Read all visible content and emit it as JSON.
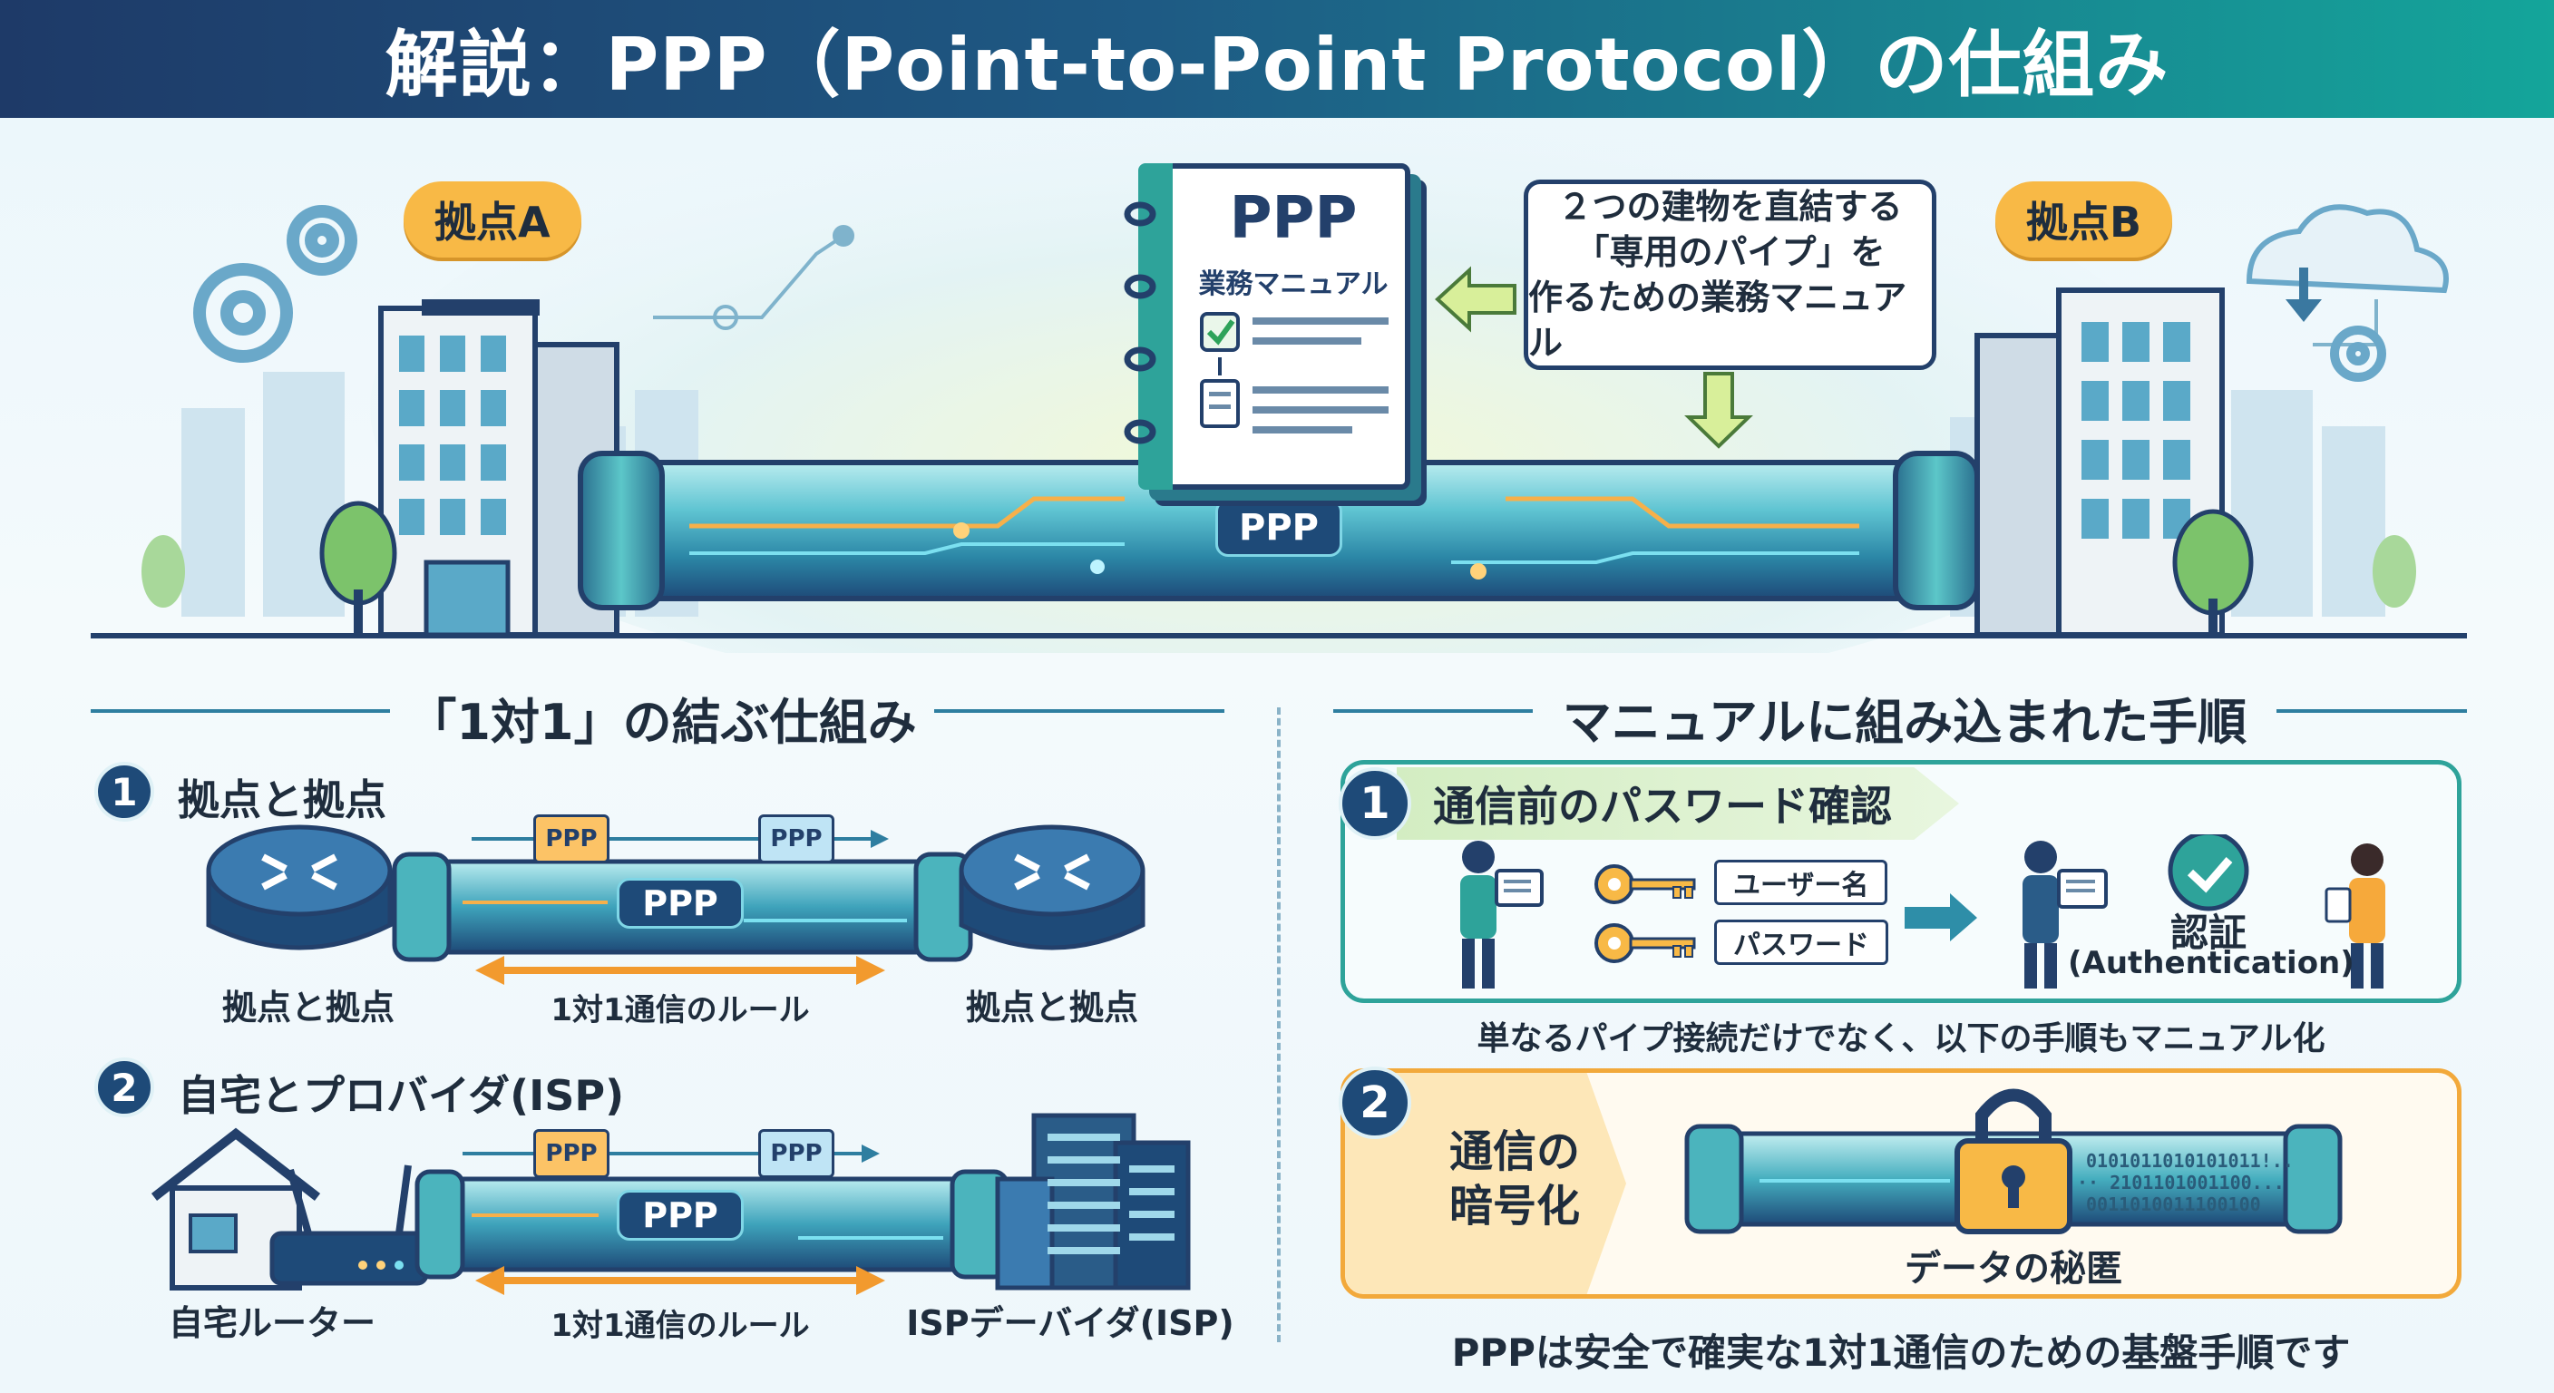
{
  "header": {
    "title": "解説：PPP（Point-to-Point Protocol）の仕組み"
  },
  "hero": {
    "site_a": "拠点A",
    "site_b": "拠点B",
    "manual_title": "PPP",
    "manual_subtitle": "業務マニュアル",
    "callout_lines": [
      "２つの建物を直結する",
      "「専用のパイプ」を",
      "作るための業務マニュアル"
    ],
    "pipe_label": "PPP"
  },
  "left": {
    "section_title": "「1対1」の結ぶ仕組み",
    "item1": {
      "number": "1",
      "title": "拠点と拠点",
      "file_label_1": "PPP",
      "file_label_2": "PPP",
      "pipe_label": "PPP",
      "left_caption": "拠点と拠点",
      "center_caption": "1対1通信のルール",
      "right_caption": "拠点と拠点"
    },
    "item2": {
      "number": "2",
      "title": "自宅とプロバイダ(ISP)",
      "file_label_1": "PPP",
      "file_label_2": "PPP",
      "pipe_label": "PPP",
      "left_caption": "自宅ルーター",
      "center_caption": "1対1通信のルール",
      "right_caption": "ISPデーバイダ(ISP)"
    }
  },
  "right": {
    "section_title": "マニュアルに組み込まれた手順",
    "step1": {
      "number": "1",
      "title": "通信前のパスワード確認",
      "tag_user": "ユーザー名",
      "tag_password": "パスワード",
      "auth_label": "認証",
      "auth_en": "(Authentication)"
    },
    "middle_note": "単なるパイプ接続だけでなく、以下の手順もマニュアル化",
    "step2": {
      "number": "2",
      "title_line1": "通信の",
      "title_line2": "暗号化",
      "binary_lines": [
        "0101011010101011!..",
        "·· 2101101001100...",
        "0011010011100100"
      ],
      "caption": "データの秘匿"
    },
    "footer": "PPPは安全で確実な1対1通信のための基盤手順です"
  },
  "colors": {
    "header_start": "#1e3a68",
    "header_end": "#14a59a",
    "badge": "#f8b946",
    "navy": "#1e4a78",
    "teal": "#2ea39a",
    "orange_panel": "#f2a93b"
  }
}
